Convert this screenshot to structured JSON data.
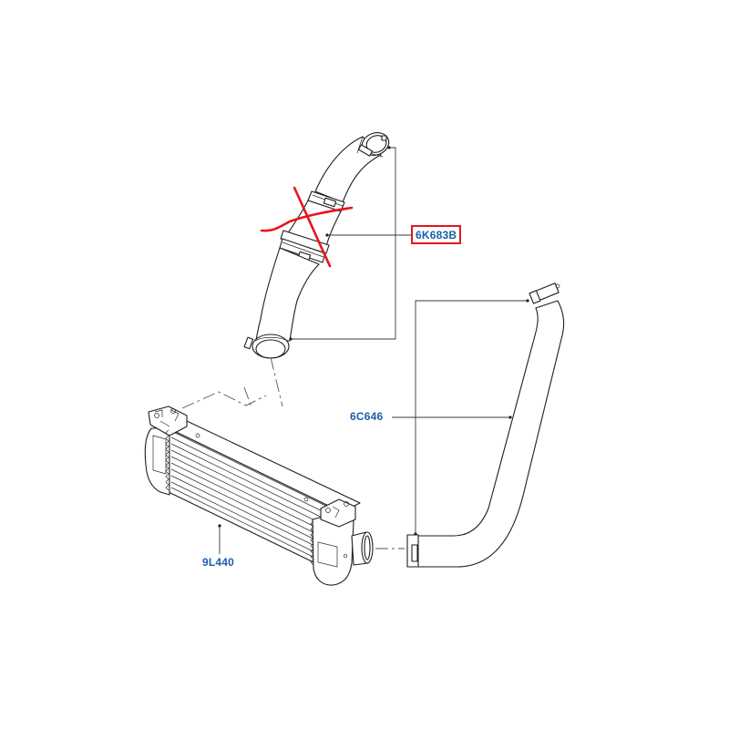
{
  "diagram": {
    "type": "exploded-parts-diagram",
    "accent_color": "#1a5fa8",
    "highlight_color": "#e0181e",
    "parts": [
      {
        "id": "hose-upper",
        "label": "6K683B",
        "highlighted": true,
        "crossed_out": true
      },
      {
        "id": "hose-lower",
        "label": "6C646",
        "highlighted": false,
        "crossed_out": false
      },
      {
        "id": "intercooler",
        "label": "9L440",
        "highlighted": false,
        "crossed_out": false
      }
    ],
    "annotations": {
      "cross_mark": "red-x-over-upper-hose"
    }
  }
}
